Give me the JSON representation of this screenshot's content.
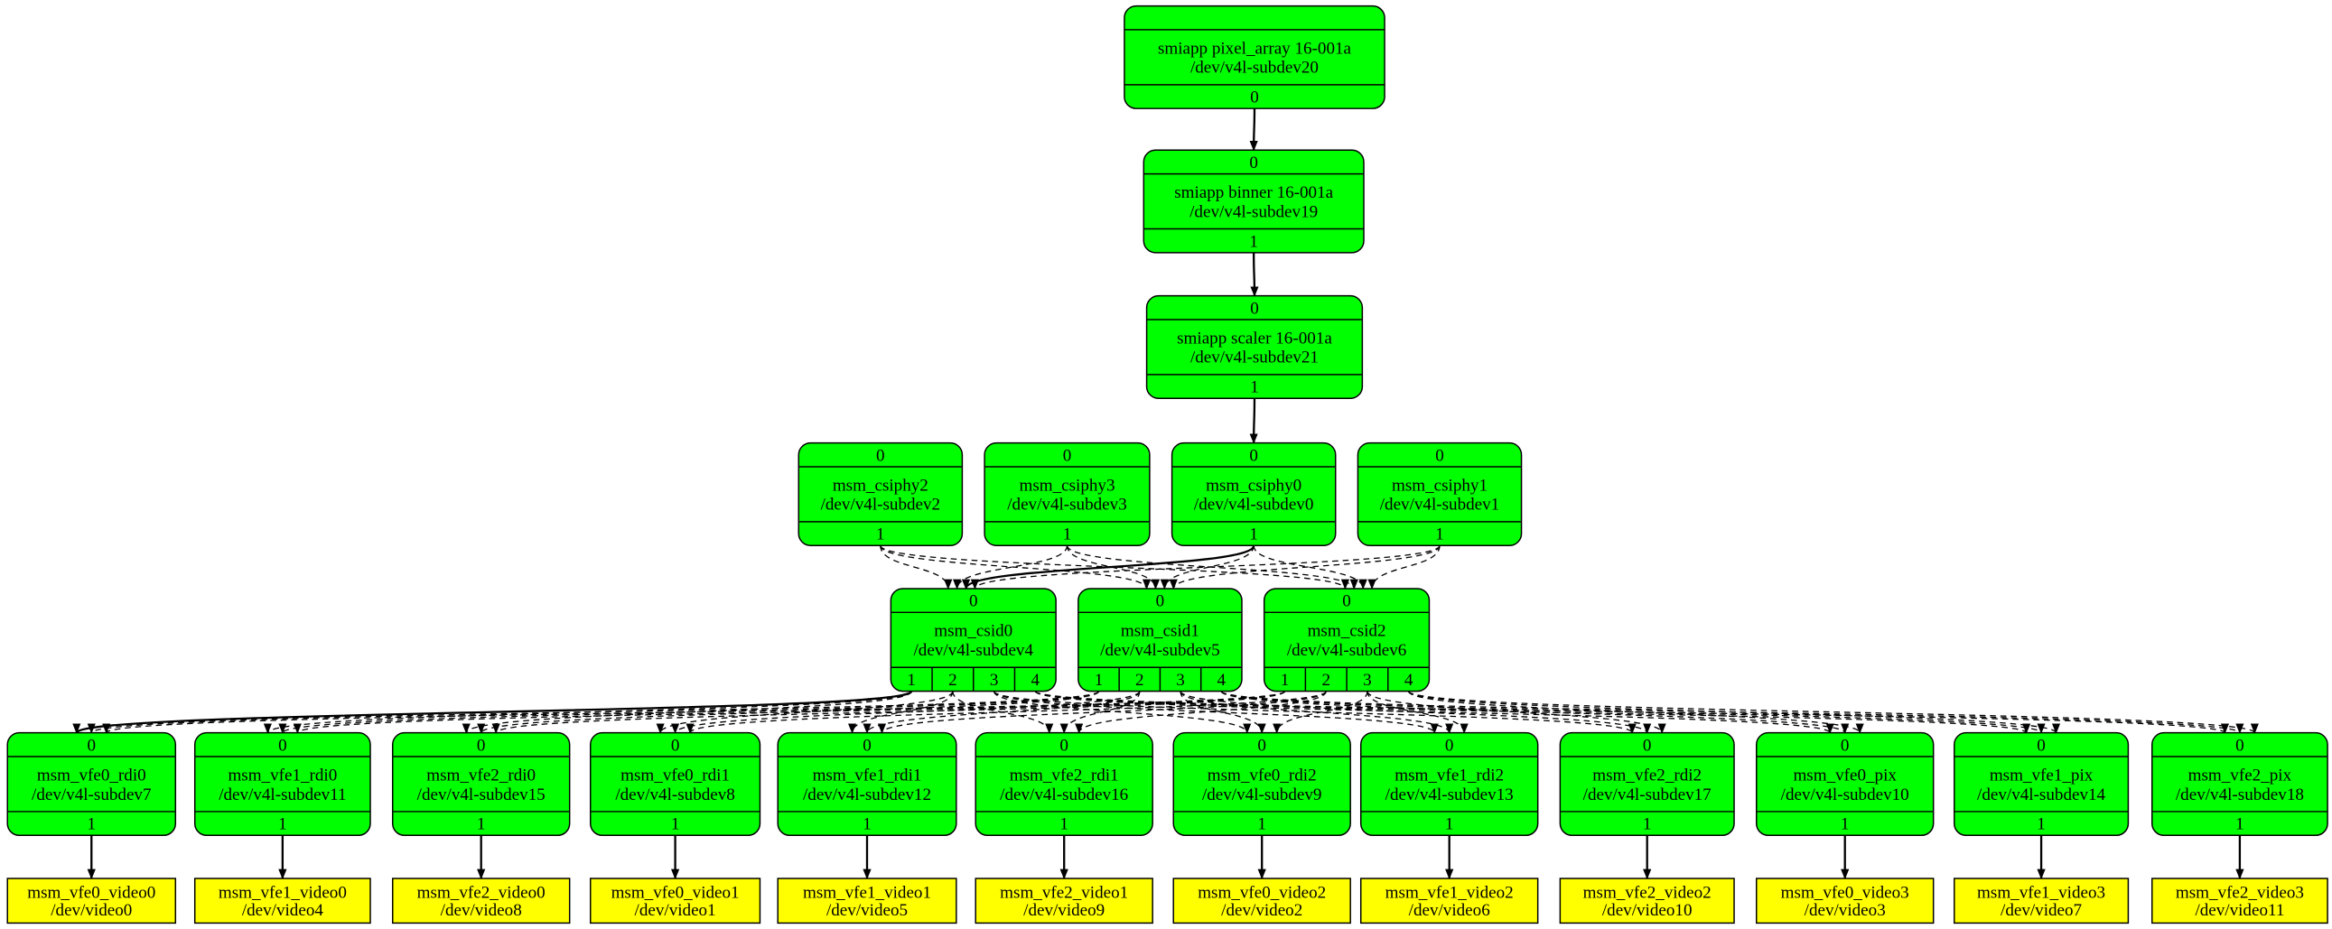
{
  "colors": {
    "entity": "#00ff00",
    "devnode": "#ffff00",
    "edge": "#000000"
  },
  "nodes": [
    {
      "id": "pixel_array",
      "title": "smiapp pixel_array 16-001a",
      "device": "/dev/v4l-subdev20",
      "in_pads": [],
      "out_pads": [
        "0"
      ]
    },
    {
      "id": "binner",
      "title": "smiapp binner 16-001a",
      "device": "/dev/v4l-subdev19",
      "in_pads": [
        "0"
      ],
      "out_pads": [
        "1"
      ]
    },
    {
      "id": "scaler",
      "title": "smiapp scaler 16-001a",
      "device": "/dev/v4l-subdev21",
      "in_pads": [
        "0"
      ],
      "out_pads": [
        "1"
      ]
    },
    {
      "id": "csiphy2",
      "title": "msm_csiphy2",
      "device": "/dev/v4l-subdev2",
      "in_pads": [
        "0"
      ],
      "out_pads": [
        "1"
      ]
    },
    {
      "id": "csiphy3",
      "title": "msm_csiphy3",
      "device": "/dev/v4l-subdev3",
      "in_pads": [
        "0"
      ],
      "out_pads": [
        "1"
      ]
    },
    {
      "id": "csiphy0",
      "title": "msm_csiphy0",
      "device": "/dev/v4l-subdev0",
      "in_pads": [
        "0"
      ],
      "out_pads": [
        "1"
      ]
    },
    {
      "id": "csiphy1",
      "title": "msm_csiphy1",
      "device": "/dev/v4l-subdev1",
      "in_pads": [
        "0"
      ],
      "out_pads": [
        "1"
      ]
    },
    {
      "id": "csid0",
      "title": "msm_csid0",
      "device": "/dev/v4l-subdev4",
      "in_pads": [
        "0"
      ],
      "out_pads": [
        "1",
        "2",
        "3",
        "4"
      ]
    },
    {
      "id": "csid1",
      "title": "msm_csid1",
      "device": "/dev/v4l-subdev5",
      "in_pads": [
        "0"
      ],
      "out_pads": [
        "1",
        "2",
        "3",
        "4"
      ]
    },
    {
      "id": "csid2",
      "title": "msm_csid2",
      "device": "/dev/v4l-subdev6",
      "in_pads": [
        "0"
      ],
      "out_pads": [
        "1",
        "2",
        "3",
        "4"
      ]
    },
    {
      "id": "vfe0_rdi0",
      "title": "msm_vfe0_rdi0",
      "device": "/dev/v4l-subdev7",
      "in_pads": [
        "0"
      ],
      "out_pads": [
        "1"
      ]
    },
    {
      "id": "vfe1_rdi0",
      "title": "msm_vfe1_rdi0",
      "device": "/dev/v4l-subdev11",
      "in_pads": [
        "0"
      ],
      "out_pads": [
        "1"
      ]
    },
    {
      "id": "vfe2_rdi0",
      "title": "msm_vfe2_rdi0",
      "device": "/dev/v4l-subdev15",
      "in_pads": [
        "0"
      ],
      "out_pads": [
        "1"
      ]
    },
    {
      "id": "vfe0_rdi1",
      "title": "msm_vfe0_rdi1",
      "device": "/dev/v4l-subdev8",
      "in_pads": [
        "0"
      ],
      "out_pads": [
        "1"
      ]
    },
    {
      "id": "vfe1_rdi1",
      "title": "msm_vfe1_rdi1",
      "device": "/dev/v4l-subdev12",
      "in_pads": [
        "0"
      ],
      "out_pads": [
        "1"
      ]
    },
    {
      "id": "vfe2_rdi1",
      "title": "msm_vfe2_rdi1",
      "device": "/dev/v4l-subdev16",
      "in_pads": [
        "0"
      ],
      "out_pads": [
        "1"
      ]
    },
    {
      "id": "vfe0_rdi2",
      "title": "msm_vfe0_rdi2",
      "device": "/dev/v4l-subdev9",
      "in_pads": [
        "0"
      ],
      "out_pads": [
        "1"
      ]
    },
    {
      "id": "vfe1_rdi2",
      "title": "msm_vfe1_rdi2",
      "device": "/dev/v4l-subdev13",
      "in_pads": [
        "0"
      ],
      "out_pads": [
        "1"
      ]
    },
    {
      "id": "vfe2_rdi2",
      "title": "msm_vfe2_rdi2",
      "device": "/dev/v4l-subdev17",
      "in_pads": [
        "0"
      ],
      "out_pads": [
        "1"
      ]
    },
    {
      "id": "vfe0_pix",
      "title": "msm_vfe0_pix",
      "device": "/dev/v4l-subdev10",
      "in_pads": [
        "0"
      ],
      "out_pads": [
        "1"
      ]
    },
    {
      "id": "vfe1_pix",
      "title": "msm_vfe1_pix",
      "device": "/dev/v4l-subdev14",
      "in_pads": [
        "0"
      ],
      "out_pads": [
        "1"
      ]
    },
    {
      "id": "vfe2_pix",
      "title": "msm_vfe2_pix",
      "device": "/dev/v4l-subdev18",
      "in_pads": [
        "0"
      ],
      "out_pads": [
        "1"
      ]
    }
  ],
  "devnodes": [
    {
      "id": "vfe0_video0",
      "title": "msm_vfe0_video0",
      "device": "/dev/video0",
      "source": "vfe0_rdi0"
    },
    {
      "id": "vfe1_video0",
      "title": "msm_vfe1_video0",
      "device": "/dev/video4",
      "source": "vfe1_rdi0"
    },
    {
      "id": "vfe2_video0",
      "title": "msm_vfe2_video0",
      "device": "/dev/video8",
      "source": "vfe2_rdi0"
    },
    {
      "id": "vfe0_video1",
      "title": "msm_vfe0_video1",
      "device": "/dev/video1",
      "source": "vfe0_rdi1"
    },
    {
      "id": "vfe1_video1",
      "title": "msm_vfe1_video1",
      "device": "/dev/video5",
      "source": "vfe1_rdi1"
    },
    {
      "id": "vfe2_video1",
      "title": "msm_vfe2_video1",
      "device": "/dev/video9",
      "source": "vfe2_rdi1"
    },
    {
      "id": "vfe0_video2",
      "title": "msm_vfe0_video2",
      "device": "/dev/video2",
      "source": "vfe0_rdi2"
    },
    {
      "id": "vfe1_video2",
      "title": "msm_vfe1_video2",
      "device": "/dev/video6",
      "source": "vfe1_rdi2"
    },
    {
      "id": "vfe2_video2",
      "title": "msm_vfe2_video2",
      "device": "/dev/video10",
      "source": "vfe2_rdi2"
    },
    {
      "id": "vfe0_video3",
      "title": "msm_vfe0_video3",
      "device": "/dev/video3",
      "source": "vfe0_pix"
    },
    {
      "id": "vfe1_video3",
      "title": "msm_vfe1_video3",
      "device": "/dev/video7",
      "source": "vfe1_pix"
    },
    {
      "id": "vfe2_video3",
      "title": "msm_vfe2_video3",
      "device": "/dev/video11",
      "source": "vfe2_pix"
    }
  ],
  "links": {
    "chain": [
      {
        "from": "pixel_array",
        "pad": 0,
        "to": "binner",
        "enabled": true
      },
      {
        "from": "binner",
        "pad": 0,
        "to": "scaler",
        "enabled": true
      },
      {
        "from": "scaler",
        "pad": 0,
        "to": "csiphy0",
        "enabled": true
      }
    ],
    "csiphy_to_csid": {
      "sources": [
        "csiphy2",
        "csiphy3",
        "csiphy0",
        "csiphy1"
      ],
      "targets": [
        "csid0",
        "csid1",
        "csid2"
      ],
      "enabled": [
        [
          "csiphy0",
          "csid0"
        ]
      ]
    },
    "csid_to_vfe": {
      "sources": [
        "csid0",
        "csid1",
        "csid2"
      ],
      "pad_targets": [
        [
          "vfe0_rdi0",
          "vfe1_rdi0",
          "vfe2_rdi0"
        ],
        [
          "vfe0_rdi1",
          "vfe1_rdi1",
          "vfe2_rdi1"
        ],
        [
          "vfe0_rdi2",
          "vfe1_rdi2",
          "vfe2_rdi2"
        ],
        [
          "vfe0_pix",
          "vfe1_pix",
          "vfe2_pix"
        ]
      ],
      "enabled": [
        [
          "csid0",
          0,
          "vfe0_rdi0"
        ]
      ]
    }
  }
}
